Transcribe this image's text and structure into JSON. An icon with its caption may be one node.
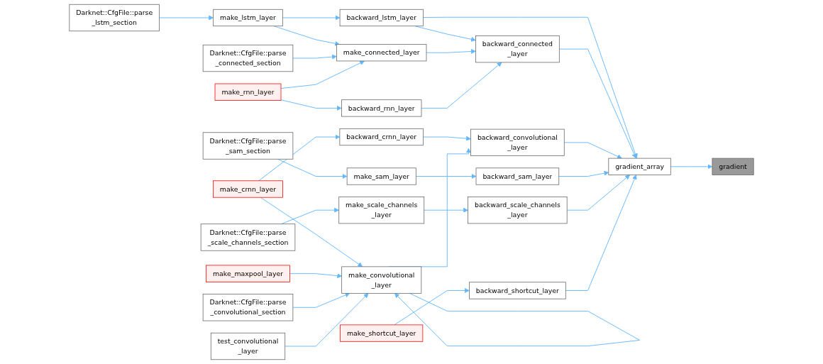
{
  "diagram": {
    "nodes": [
      {
        "text": [
          "Darknet::CfgFile::parse _lstm_section"
        ]
      },
      {
        "text": [
          "make_lstm_layer"
        ]
      },
      {
        "text": [
          "backward_lstm_layer"
        ]
      },
      {
        "text": [
          "Darknet::CfgFile::parse _connected_section"
        ]
      },
      {
        "text": [
          "make_connected_layer"
        ]
      },
      {
        "text": [
          "make_rnn_layer"
        ]
      },
      {
        "text": [
          "backward_rnn_layer"
        ]
      },
      {
        "text": [
          "backward_connected _layer"
        ]
      },
      {
        "text": [
          "make_crnn_layer"
        ]
      },
      {
        "text": [
          "backward_crnn_layer"
        ]
      },
      {
        "text": [
          "make_maxpool_layer"
        ]
      },
      {
        "text": [
          "make_convolutional _layer"
        ]
      },
      {
        "text": [
          "backward_convolutional _layer"
        ]
      },
      {
        "text": [
          "Darknet::CfgFile::parse _convolutional_section"
        ]
      },
      {
        "text": [
          "test_convolutional _layer"
        ]
      },
      {
        "text": [
          "make_sam_layer"
        ]
      },
      {
        "text": [
          "backward_sam_layer"
        ]
      },
      {
        "text": [
          "gradient_array"
        ]
      },
      {
        "text": [
          "gradient"
        ]
      },
      {
        "text": [
          "Darknet::CfgFile::parse _sam_section"
        ]
      },
      {
        "text": [
          "make_scale_channels _layer"
        ]
      },
      {
        "text": [
          "backward_scale_channels _layer"
        ]
      },
      {
        "text": [
          "make_shortcut_layer"
        ]
      },
      {
        "text": [
          "backward_shortcut_layer"
        ]
      },
      {
        "text": [
          "Darknet::CfgFile::parse _scale_channels_section"
        ]
      }
    ],
    "edges": [
      {
        "from": 17,
        "to": 18,
        "arrow": "to"
      },
      {
        "from": 2,
        "to": 17,
        "arrow": "to"
      },
      {
        "from": 7,
        "to": 17,
        "arrow": "to"
      },
      {
        "from": 12,
        "to": 17,
        "arrow": "to"
      },
      {
        "from": 16,
        "to": 17,
        "arrow": "to"
      },
      {
        "from": 21,
        "to": 17,
        "arrow": "to"
      },
      {
        "from": 23,
        "to": 17,
        "arrow": "to"
      },
      {
        "from": 1,
        "to": 2,
        "arrow": "to"
      },
      {
        "from": 2,
        "to": 7,
        "arrow": "to"
      },
      {
        "from": 4,
        "to": 7,
        "arrow": "to"
      },
      {
        "from": 6,
        "to": 7,
        "arrow": "to"
      },
      {
        "from": 9,
        "to": 12,
        "arrow": "to"
      },
      {
        "from": 11,
        "to": 12,
        "arrow": "to"
      },
      {
        "from": 15,
        "to": 16,
        "arrow": "to"
      },
      {
        "from": 20,
        "to": 21,
        "arrow": "to"
      },
      {
        "from": 22,
        "to": 23,
        "arrow": "to"
      },
      {
        "from": 0,
        "to": 1,
        "arrow": "to"
      },
      {
        "from": 1,
        "to": 4,
        "arrow": "to"
      },
      {
        "from": 3,
        "to": 4,
        "arrow": "to"
      },
      {
        "from": 5,
        "to": 4,
        "arrow": "to"
      },
      {
        "from": 5,
        "to": 6,
        "arrow": "to"
      },
      {
        "from": 8,
        "to": 9,
        "arrow": "to"
      },
      {
        "from": 8,
        "to": 11,
        "arrow": "to"
      },
      {
        "from": 10,
        "to": 11,
        "arrow": "to"
      },
      {
        "from": 11,
        "to": 11,
        "arrow": "to"
      },
      {
        "from": 13,
        "to": 11,
        "arrow": "to"
      },
      {
        "from": 14,
        "to": 11,
        "arrow": "to"
      },
      {
        "from": 19,
        "to": 15,
        "arrow": "to"
      },
      {
        "from": 24,
        "to": 20,
        "arrow": "to"
      }
    ]
  }
}
